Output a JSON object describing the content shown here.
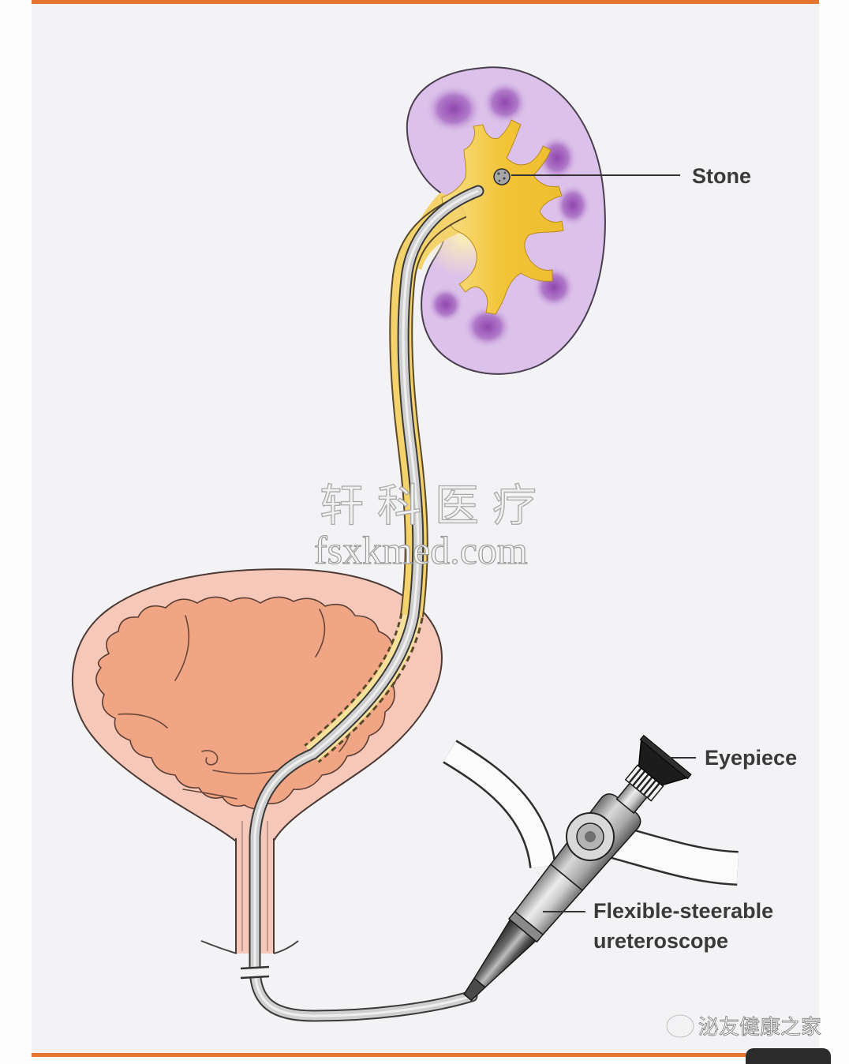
{
  "diagram": {
    "labels": {
      "stone": "Stone",
      "eyepiece": "Eyepiece",
      "ureteroscope_line1": "Flexible-steerable",
      "ureteroscope_line2": "ureteroscope"
    }
  },
  "watermark": {
    "name": "轩科医疗",
    "site": "fsxkmed.com"
  },
  "footer": {
    "icon": "wechat-icon",
    "account_name": "泌友健康之家"
  },
  "colors": {
    "panel": "#f3f2f5",
    "accent_border": "#e5762f",
    "kidney": "#dcc1ea",
    "bladder_wall": "#f6c8b9",
    "bladder_lumen": "#f0a584",
    "ureter": "#f4d36c"
  }
}
